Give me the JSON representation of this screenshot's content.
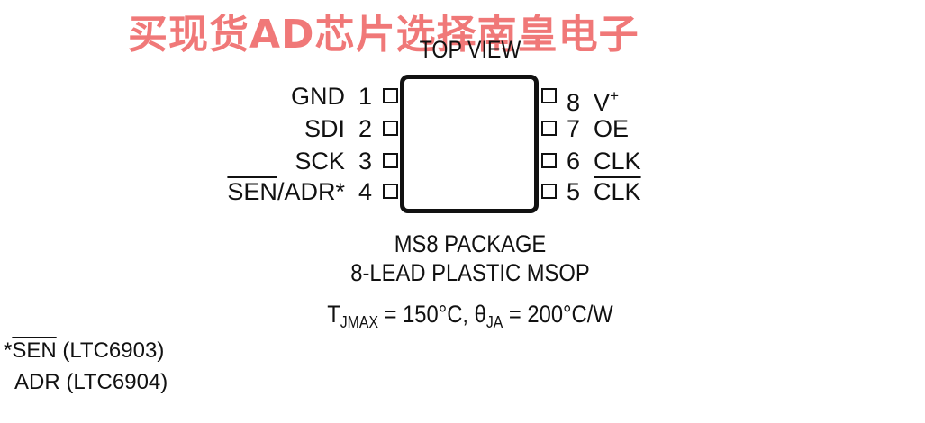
{
  "watermark": "买现货AD芯片选择南皇电子",
  "diagram": {
    "view_title": "TOP VIEW",
    "left_pins": [
      {
        "number": "1",
        "name": "GND"
      },
      {
        "number": "2",
        "name": "SDI"
      },
      {
        "number": "3",
        "name": "SCK"
      },
      {
        "number": "4",
        "name_overline": "SEN",
        "name_suffix": "/ADR*"
      }
    ],
    "right_pins": [
      {
        "number": "8",
        "name_base": "V",
        "name_sup": "+"
      },
      {
        "number": "7",
        "name": "OE"
      },
      {
        "number": "6",
        "name": "CLK"
      },
      {
        "number": "5",
        "name_overline": "CLK"
      }
    ],
    "package_line1": "MS8 PACKAGE",
    "package_line2": "8-LEAD PLASTIC MSOP",
    "thermal": {
      "t_symbol": "T",
      "t_sub": "JMAX",
      "t_value": " = 150°C, ",
      "theta_symbol": "θ",
      "theta_sub": "JA",
      "theta_value": " = 200°C/W"
    },
    "footnotes": {
      "line1_prefix": "*",
      "line1_overline": "SEN",
      "line1_suffix": " (LTC6903)",
      "line2": "ADR (LTC6904)"
    }
  }
}
